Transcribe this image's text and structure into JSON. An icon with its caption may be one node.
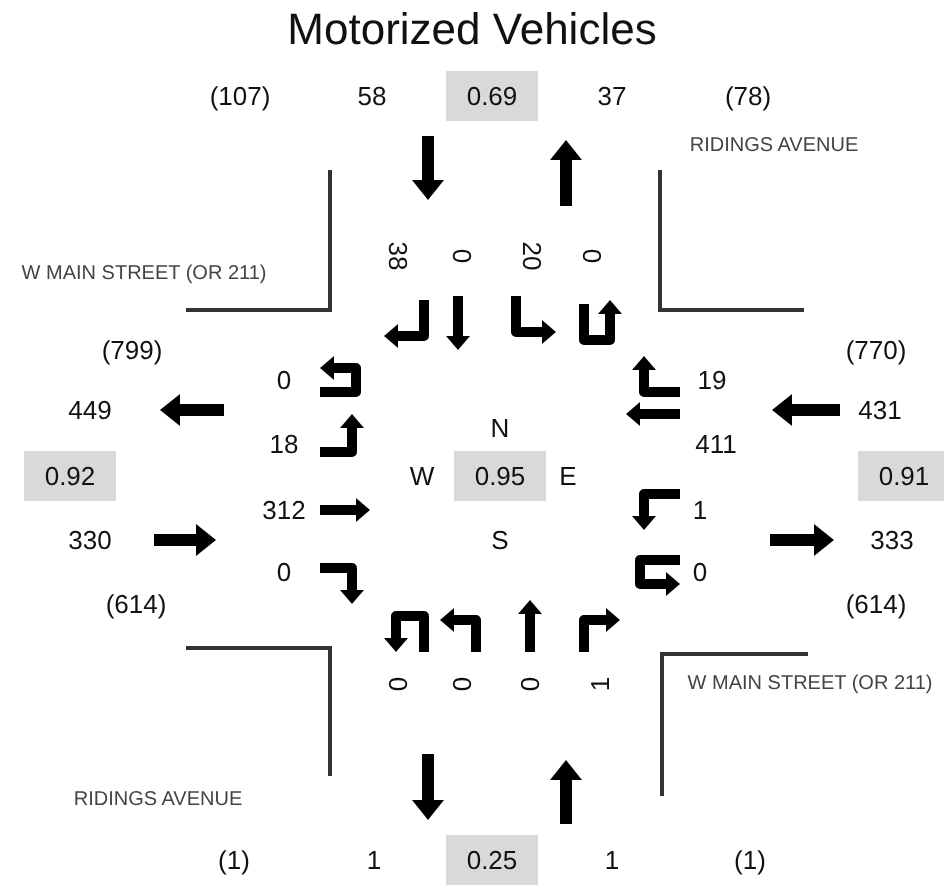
{
  "diagram": {
    "title": "Motorized Vehicles",
    "labels": [
      "(107)",
      "58",
      "0.69",
      "37",
      "(78)",
      "RIDINGS AVENUE",
      "W MAIN STREET (OR 211)",
      "38",
      "0",
      "20",
      "0",
      "(799)",
      "(770)",
      "0",
      "19",
      "449",
      "431",
      "18",
      "N",
      "411",
      "0.92",
      "W",
      "0.95",
      "E",
      "0.91",
      "312",
      "1",
      "330",
      "S",
      "333",
      "0",
      "0",
      "(614)",
      "(614)",
      "0",
      "0",
      "0",
      "1",
      "W MAIN STREET (OR 211)",
      "RIDINGS AVENUE",
      "(1)",
      "1",
      "0.25",
      "1",
      "(1)"
    ]
  }
}
